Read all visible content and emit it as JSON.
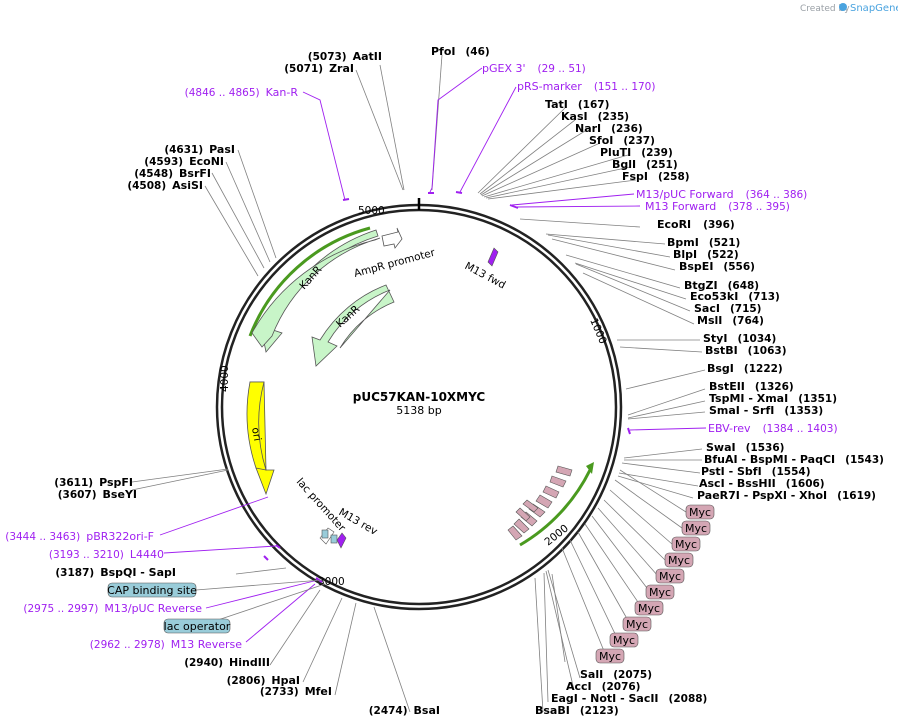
{
  "brand": {
    "created_by": "Created by",
    "name": "SnapGene"
  },
  "plasmid": {
    "name": "pUC57KAN-10XMYC",
    "size": "5138 bp"
  },
  "ticks": [
    "1000",
    "2000",
    "3000",
    "4000",
    "5000"
  ],
  "sites": [
    {
      "name": "AatII",
      "pos": "(5073)",
      "side": "left"
    },
    {
      "name": "ZraI",
      "pos": "(5071)",
      "side": "left"
    },
    {
      "name": "PfoI",
      "pos": "(46)",
      "side": "right"
    },
    {
      "name": "TatI",
      "pos": "(167)",
      "side": "right"
    },
    {
      "name": "KasI",
      "pos": "(235)",
      "side": "right"
    },
    {
      "name": "NarI",
      "pos": "(236)",
      "side": "right"
    },
    {
      "name": "SfoI",
      "pos": "(237)",
      "side": "right"
    },
    {
      "name": "PluTI",
      "pos": "(239)",
      "side": "right"
    },
    {
      "name": "BglI",
      "pos": "(251)",
      "side": "right"
    },
    {
      "name": "FspI",
      "pos": "(258)",
      "side": "right"
    },
    {
      "name": "EcoRI",
      "pos": "(396)",
      "side": "right"
    },
    {
      "name": "BpmI",
      "pos": "(521)",
      "side": "right"
    },
    {
      "name": "BlpI",
      "pos": "(522)",
      "side": "right"
    },
    {
      "name": "BspEI",
      "pos": "(556)",
      "side": "right"
    },
    {
      "name": "BtgZI",
      "pos": "(648)",
      "side": "right"
    },
    {
      "name": "Eco53kI",
      "pos": "(713)",
      "side": "right"
    },
    {
      "name": "SacI",
      "pos": "(715)",
      "side": "right"
    },
    {
      "name": "MslI",
      "pos": "(764)",
      "side": "right"
    },
    {
      "name": "StyI",
      "pos": "(1034)",
      "side": "right"
    },
    {
      "name": "BstBI",
      "pos": "(1063)",
      "side": "right"
    },
    {
      "name": "BsgI",
      "pos": "(1222)",
      "side": "right"
    },
    {
      "name": "BstEII",
      "pos": "(1326)",
      "side": "right"
    },
    {
      "name": "TspMI - XmaI",
      "pos": "(1351)",
      "side": "right"
    },
    {
      "name": "SmaI - SrfI",
      "pos": "(1353)",
      "side": "right"
    },
    {
      "name": "SwaI",
      "pos": "(1536)",
      "side": "right"
    },
    {
      "name": "BfuAI - BspMI - PaqCI",
      "pos": "(1543)",
      "side": "right"
    },
    {
      "name": "PstI - SbfI",
      "pos": "(1554)",
      "side": "right"
    },
    {
      "name": "AscI - BssHII",
      "pos": "(1606)",
      "side": "right"
    },
    {
      "name": "PaeR7I - PspXI - XhoI",
      "pos": "(1619)",
      "side": "right"
    },
    {
      "name": "SalI",
      "pos": "(2075)",
      "side": "right"
    },
    {
      "name": "AccI",
      "pos": "(2076)",
      "side": "right"
    },
    {
      "name": "EagI - NotI - SacII",
      "pos": "(2088)",
      "side": "right"
    },
    {
      "name": "BsaBI",
      "pos": "(2123)",
      "side": "right"
    },
    {
      "name": "BsaI",
      "pos": "(2474)",
      "side": "left"
    },
    {
      "name": "MfeI",
      "pos": "(2733)",
      "side": "left"
    },
    {
      "name": "HpaI",
      "pos": "(2806)",
      "side": "left"
    },
    {
      "name": "HindIII",
      "pos": "(2940)",
      "side": "left"
    },
    {
      "name": "BspQI - SapI",
      "pos": "(3187)",
      "side": "left"
    },
    {
      "name": "BseYI",
      "pos": "(3607)",
      "side": "left"
    },
    {
      "name": "PspFI",
      "pos": "(3611)",
      "side": "left"
    },
    {
      "name": "AsiSI",
      "pos": "(4508)",
      "side": "left"
    },
    {
      "name": "BsrFI",
      "pos": "(4548)",
      "side": "left"
    },
    {
      "name": "EcoNI",
      "pos": "(4593)",
      "side": "left"
    },
    {
      "name": "PasI",
      "pos": "(4631)",
      "side": "left"
    }
  ],
  "primers": [
    {
      "name": "pGEX 3'",
      "range": "(29 .. 51)"
    },
    {
      "name": "pRS-marker",
      "range": "(151 .. 170)"
    },
    {
      "name": "M13/pUC Forward",
      "range": "(364 .. 386)"
    },
    {
      "name": "M13 Forward",
      "range": "(378 .. 395)"
    },
    {
      "name": "EBV-rev",
      "range": "(1384 .. 1403)"
    },
    {
      "name": "Kan-R",
      "range": "(4846 .. 4865)"
    },
    {
      "name": "pBR322ori-F",
      "range": "(3444 .. 3463)"
    },
    {
      "name": "L4440",
      "range": "(3193 .. 3210)"
    },
    {
      "name": "M13/pUC Reverse",
      "range": "(2975 .. 2997)"
    },
    {
      "name": "M13 Reverse",
      "range": "(2962 .. 2978)"
    }
  ],
  "boxed_features": [
    {
      "name": "CAP binding site"
    },
    {
      "name": "lac operator"
    }
  ],
  "myc_tags": [
    "Myc",
    "Myc",
    "Myc",
    "Myc",
    "Myc",
    "Myc",
    "Myc",
    "Myc",
    "Myc",
    "Myc"
  ],
  "inner_features": {
    "ampr_promoter": "AmpR promoter",
    "kanr_outer": "KanR",
    "kanr_inner": "KanR",
    "m13_fwd": "M13 fwd",
    "ori": "ori",
    "lac_promoter": "lac promoter",
    "m13_rev": "M13 rev"
  },
  "colors": {
    "primer": "#a020f0",
    "kanr_fill": "#c8f5c8",
    "ori_fill": "#ffff00",
    "myc_fill": "#d4a6b4",
    "box_fill": "#99ccd9",
    "green_line": "#4a9a1f"
  }
}
